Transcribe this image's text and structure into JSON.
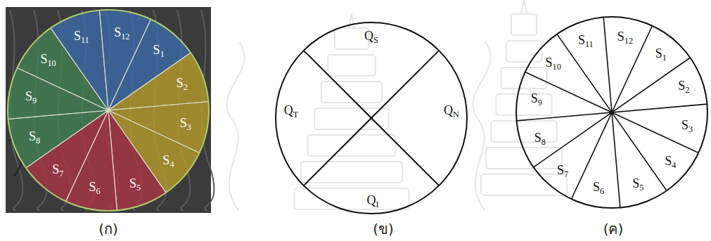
{
  "diagram": {
    "labels": [
      "S1",
      "S2",
      "S3",
      "S4",
      "S5",
      "S6",
      "S7",
      "S8",
      "S9",
      "S10",
      "S11",
      "S12",
      "(ก)",
      "QS",
      "QT",
      "QN",
      "QI",
      "(ข)",
      "S1",
      "S2",
      "S3",
      "S4",
      "S5",
      "S6",
      "S7",
      "S8",
      "S9",
      "S10",
      "S11",
      "S12",
      "(ค)"
    ]
  }
}
